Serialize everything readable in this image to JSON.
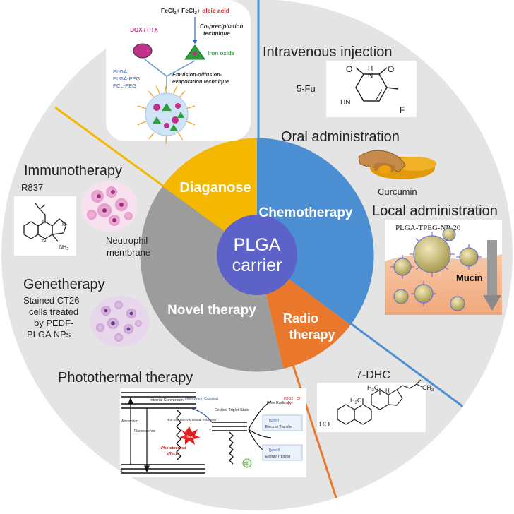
{
  "center": {
    "line1": "PLGA",
    "line2": "carrier"
  },
  "sectors": {
    "diagnose": "Diaganose",
    "chemotherapy": "Chemotherapy",
    "radio_line1": "Radio",
    "radio_line2": "therapy",
    "novel": "Novel therapy"
  },
  "colors": {
    "diagnose": "#F5B800",
    "chemotherapy": "#4C8ED2",
    "radio": "#E9782C",
    "novel": "#9C9C9C",
    "center": "#5C62C8",
    "outer_disc": "#E4E4E4"
  },
  "top_panel": {
    "reagents_prefix": "FeCl",
    "reagents_mid": "+ FeCl",
    "reagents_suffix": "+ oleic acid",
    "sub3": "3",
    "sub2": "2",
    "drug": "DOX / PTX",
    "coprecip_line1": "Co-precipitation",
    "coprecip_line2": "technique",
    "iron_oxide": "Iron oxide",
    "polymers": [
      "PLGA",
      "PLGA-PEG",
      "PCL-PEG"
    ],
    "emulsion_line1": "Emulsion-diffusion-",
    "emulsion_line2": "evaporation technique"
  },
  "chemo": {
    "iv_title": "Intravenous injection",
    "drug_5fu": "5-Fu",
    "fu_o1": "O",
    "fu_o2": "O",
    "fu_h1": "H",
    "fu_n1": "N",
    "fu_h2": "HN",
    "fu_f": "F",
    "oral_title": "Oral administration",
    "curcumin": "Curcumin",
    "local_title": "Local administration",
    "np_label": "PLGA-TPEG-NP-20",
    "mucin": "Mucin"
  },
  "immuno": {
    "title": "Immunotherapy",
    "drug": "R837",
    "nh2": "NH",
    "nh2_sub": "2",
    "n1": "N",
    "n2": "N",
    "n3": "N",
    "cell_line1": "Neutrophil",
    "cell_line2": "membrane"
  },
  "gene": {
    "title": "Genetherapy",
    "line1": "Stained CT26",
    "line2": "cells treated",
    "line3": "by PEDF-",
    "line4": "PLGA NPs"
  },
  "radio": {
    "drug": "7-DHC",
    "h3c_top": "H",
    "h3c_top_sub": "3",
    "h3c_top_c": "C",
    "h3c_mid": "H",
    "h3c_mid_sub": "3",
    "h3c_mid_c": "C",
    "h_label": "H",
    "ch3": "CH",
    "ch3_sub": "3",
    "ho": "HO"
  },
  "photo": {
    "title": "Photothermal therapy",
    "internal_conversion": "Internal Conversion",
    "absorption": "Absorption",
    "fluorescence": "Fluorescence",
    "vib_relax": "Non-radiative Vibrational Relaxation",
    "intersystem": "Intersystem Crossing",
    "excited_triplet": "Excited Triplet State",
    "heat": "Heat",
    "pt_effects_line1": "Photothermal",
    "pt_effects_line2": "effects",
    "free_radicals": "Free Radicals",
    "h2o2": "H2O2",
    "oh": "OH",
    "o2m": "O2",
    "type1_line1": "Type I",
    "type1_line2": "Electron Transfer",
    "type2_line1": "Type II",
    "type2_line2": "Energy Transfer",
    "o2": "O2",
    "t1": "T",
    "s0": "S"
  }
}
